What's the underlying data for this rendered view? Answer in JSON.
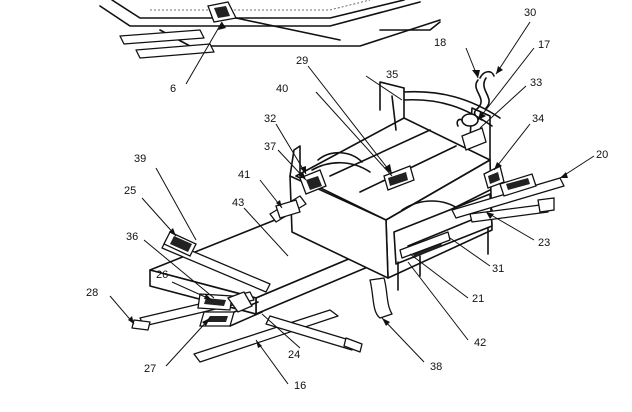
{
  "callouts": {
    "c6": "6",
    "c16": "16",
    "c17": "17",
    "c18": "18",
    "c20": "20",
    "c21": "21",
    "c23": "23",
    "c24": "24",
    "c25": "25",
    "c26": "26",
    "c27": "27",
    "c28": "28",
    "c29": "29",
    "c30": "30",
    "c31": "31",
    "c32": "32",
    "c33": "33",
    "c34": "34",
    "c35": "35",
    "c36": "36",
    "c37": "37",
    "c38": "38",
    "c39": "39",
    "c40": "40",
    "c41": "41",
    "c42": "42",
    "c43": "43"
  }
}
